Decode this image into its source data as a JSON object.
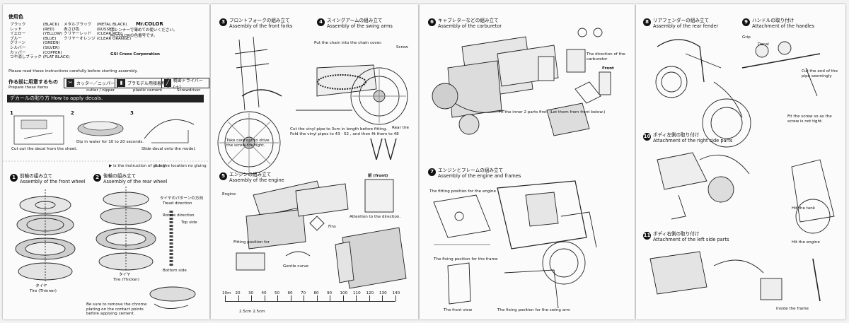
{
  "page1": {
    "paint_title": "使用色",
    "paint_rows": [
      {
        "jp": "ブラック",
        "en": "(BLACK)"
      },
      {
        "jp": "レッド",
        "en": "(RED)"
      },
      {
        "jp": "イエロー",
        "en": "(YELLOW)"
      },
      {
        "jp": "ブルー",
        "en": "(BLUE)"
      },
      {
        "jp": "グリーン",
        "en": "(GREEN)"
      },
      {
        "jp": "シルバー",
        "en": "(SILVER)"
      },
      {
        "jp": "カッパー",
        "en": "(COPPER)"
      },
      {
        "jp": "つや消しブラック",
        "en": "(FLAT BLACK)"
      }
    ],
    "paint_rows2": [
      {
        "jp": "メタルブラック",
        "en": "(METAL BLACK)"
      },
      {
        "jp": "赤さび色",
        "en": "(RUSSET)"
      },
      {
        "jp": "クリヤーレッド",
        "en": "(CLEAR RED)"
      },
      {
        "jp": "クリヤーオレンジ",
        "en": "(CLEAR ORANGE)"
      }
    ],
    "brand_line": "Mr.COLOR",
    "notes": [
      "はシンナーで薄めてお使いください。",
      "Mr.COLORの色番号です。",
      "GSI Creos Corporation",
      "Please read these instructions carefully before starting assembly."
    ],
    "tools_label": "作る前に用意するもの",
    "tools_en": "Prepare these items",
    "tools": [
      {
        "jp": "カッター／ニッパー",
        "en": "cutter / nipper",
        "icon": "cutter-icon"
      },
      {
        "jp": "プラモデル用接着剤",
        "en": "plastic cement",
        "icon": "glue-icon"
      },
      {
        "jp": "精密ドライバー(＋)",
        "en": "Screwdriver",
        "icon": "screwdriver-icon"
      }
    ],
    "decal_header": "デカールの貼り方 How to apply decals.",
    "decal_steps": [
      "Cut out the decal from the sheet.",
      "Dip in water for 10 to 20 seconds.",
      "Slide decal onto the model."
    ],
    "legend": [
      {
        "sym": "▶",
        "text": "is the instruction of gluing"
      },
      {
        "sym": "⊘",
        "text": "is the location no gluing"
      }
    ],
    "step1_title": "前輪の組み立て",
    "step1_en": "Assembly of the front wheel",
    "step2_title": "後輪の組み立て",
    "step2_en": "Assembly of the rear wheel",
    "tread_jp": "タイヤのパターンの方向",
    "tread_en": "Tread direction",
    "rotate_en": "Rotate direction",
    "top_side": "Top side",
    "bottom_side": "Bottom side",
    "tire_thinner": "Tire (Thinner)",
    "tire_thicker": "Tire (Thicker)",
    "tire_jp": "タイヤ",
    "chrome_note": "Be sure to remove the chrome plating on the contact points before applying cement."
  },
  "page2": {
    "step3_title": "フロントフォークの組み立て",
    "step3_en": "Assembly of the front forks",
    "step4_title": "スイングアームの組み立て",
    "step4_en": "Assembly of the swing arms",
    "chain_note": "Put the chain into the chain cover.",
    "screw_label": "Screw",
    "rear_tire": "Rear tire",
    "screw_note": "Take care not to drive the screw too tight.",
    "vinyl_note": "Cut the vinyl pipe to 3cm in length before fitting.",
    "vinyl_note2": "Fold the vinyl pipes to 43 · 52 , and then fit them to 48",
    "step5_title": "エンジンの組み立て",
    "step5_en": "Assembly of the engine",
    "engine_label": "Engine",
    "front_label": "前 (front)",
    "attention": "Attention to the direction.",
    "fins_label": "Fins",
    "fitting_pos": "Fitting position for",
    "gentle_curve": "Gentle curve",
    "ruler": [
      "10m",
      "20",
      "30",
      "40",
      "50",
      "60",
      "70",
      "80",
      "90",
      "100",
      "110",
      "120",
      "130",
      "140"
    ],
    "ruler_bottom": "2.5cm  2.5cm"
  },
  "page3": {
    "step6_title": "キャブレターなどの組み立て",
    "step6_en": "Assembly of the carburetor",
    "dir_carb": "The direction of the carburetor",
    "front_label": "Front",
    "fit_inner": "Fit the inner 2 parts first. (Let them from front below.)",
    "step7_title": "エンジンとフレームの組み立て",
    "step7_en": "Assembly of the engine and frames",
    "fit_engine": "The fitting position for the engine",
    "fit_frame": "The fixing position for the frame",
    "front_view": "The front view",
    "swing_fit": "The fixing position for the swing arm"
  },
  "page4": {
    "step8_title": "リアフェンダーの組み立て",
    "step8_en": "Assembly of the rear fender",
    "step9_title": "ハンドルの取り付け",
    "step9_en": "Attachment of the handles",
    "grip_label": "Grip",
    "decal_label": "Decal",
    "vinyl_cord": "Cut the end of the pipe seemingly",
    "screw_note": "Fit the screw so as the screw is not tight.",
    "step10_title": "ボディ左側の取り付け",
    "step10_en": "Attachment of the right side parts",
    "step11_title": "ボディ右側の取り付け",
    "step11_en": "Attachment of the left side parts",
    "hit_tank": "Hit the tank",
    "hit_engine": "Hit the engine",
    "inside_frame": "Inside the frame"
  }
}
